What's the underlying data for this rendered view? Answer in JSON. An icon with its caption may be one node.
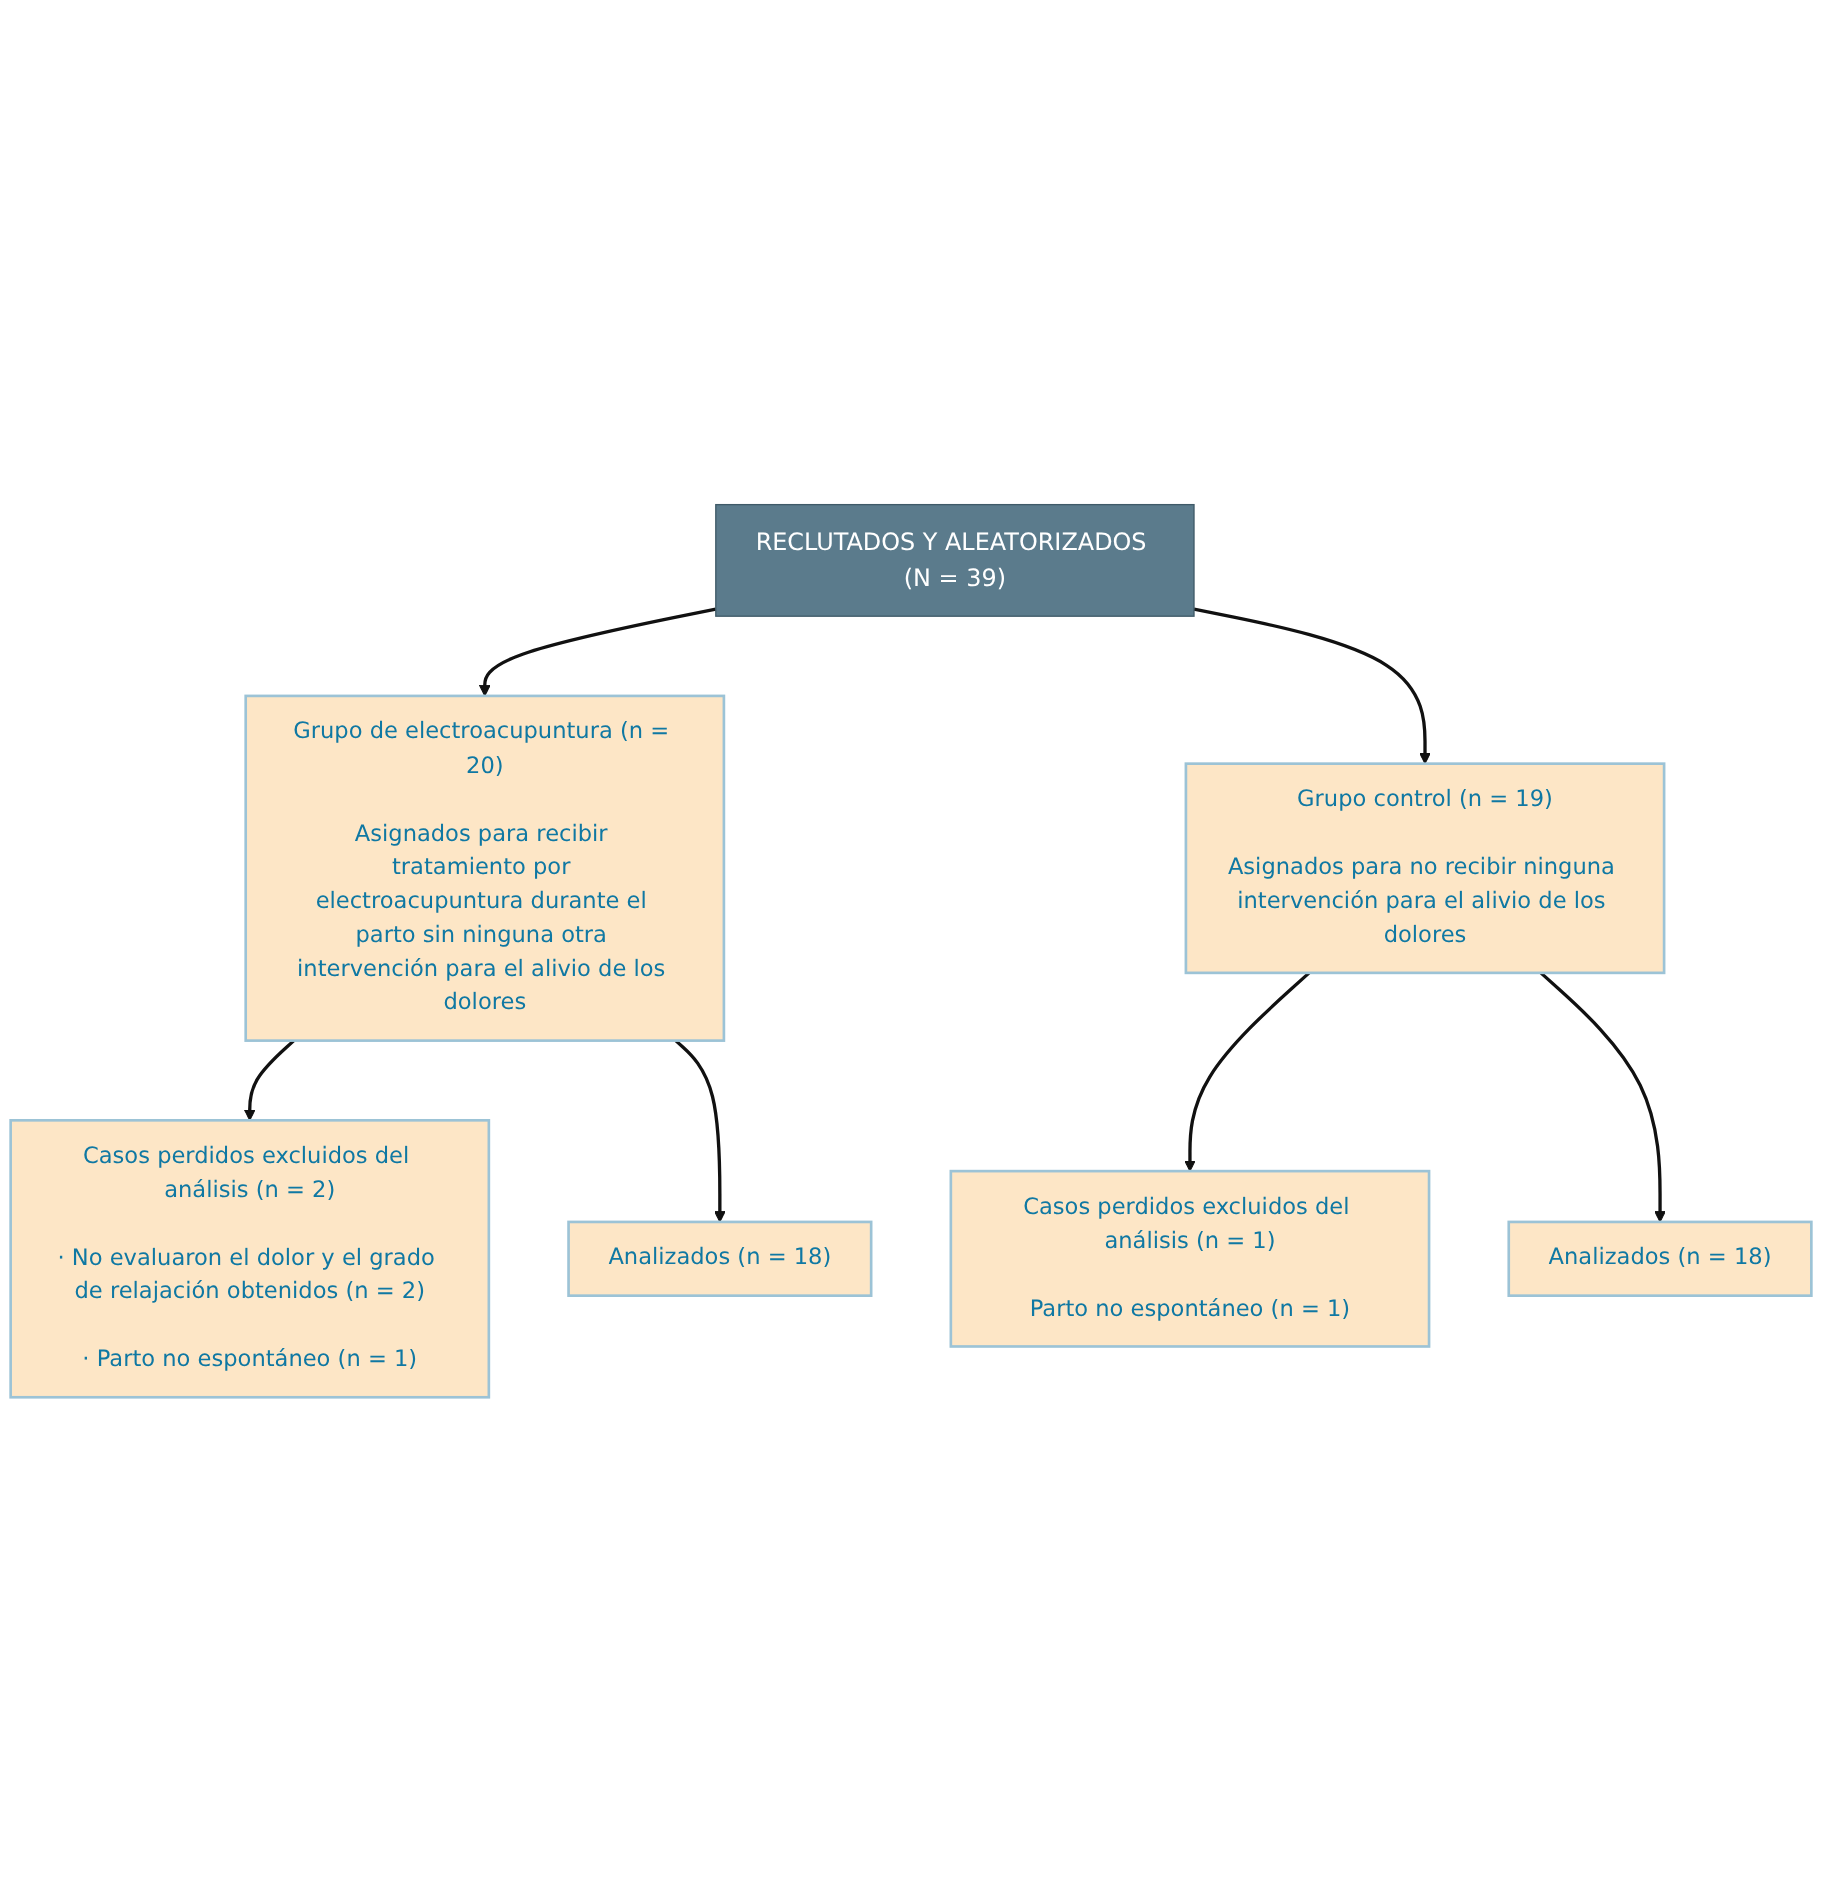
{
  "diagram": {
    "nodes": [
      {
        "text": [
          "RECLUTADOS Y ALEATORIZADOS (N = 39)"
        ]
      },
      {
        "text": [
          "Grupo de electroacupuntura (n = 20)",
          "Asignados para recibir tratamiento por electroacupuntura durante el parto sin ninguna otra intervención para el alivio de los dolores"
        ]
      },
      {
        "text": [
          "Grupo control (n = 19)",
          "Asignados para no recibir ninguna intervención para el alivio de los dolores"
        ]
      },
      {
        "text": [
          "Casos perdidos excluidos del análisis (n = 2)",
          "· No evaluaron el dolor y el grado de relajación obtenidos (n = 2)",
          "· Parto no espontáneo (n = 1)"
        ]
      },
      {
        "text": [
          "Casos perdidos excluidos del análisis (n = 1)",
          "Parto no espontáneo (n = 1)"
        ]
      },
      {
        "text": [
          "Analizados (n = 18)"
        ]
      },
      {
        "text": [
          "Analizados (n = 18)"
        ]
      }
    ],
    "edges": [
      {
        "from": 0,
        "to": 1,
        "arrow": "to"
      },
      {
        "from": 0,
        "to": 2,
        "arrow": "to"
      },
      {
        "from": 1,
        "to": 3,
        "arrow": "to"
      },
      {
        "from": 1,
        "to": 5,
        "arrow": "to"
      },
      {
        "from": 2,
        "to": 4,
        "arrow": "to"
      },
      {
        "from": 2,
        "to": 6,
        "arrow": "to"
      }
    ]
  }
}
